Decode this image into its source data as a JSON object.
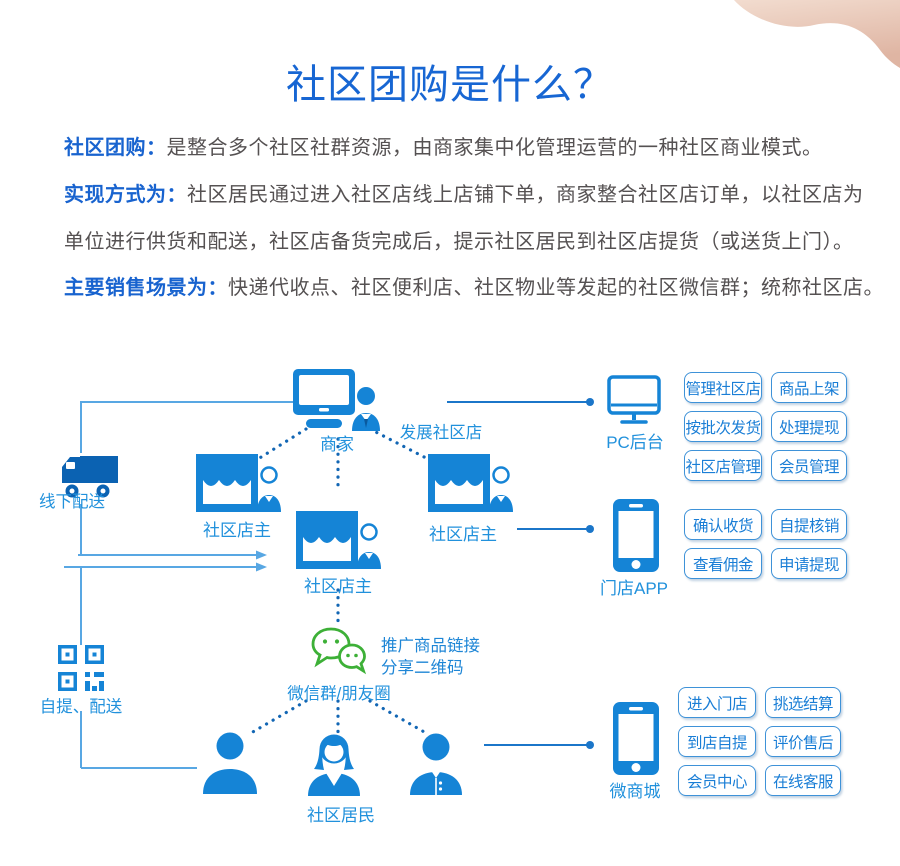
{
  "title": "社区团购是什么？",
  "intro": {
    "lines": [
      {
        "lead": "社区团购：",
        "text": "是整合多个社区社群资源，由商家集中化管理运营的一种社区商业模式。"
      },
      {
        "lead": "实现方式为：",
        "text": "社区居民通过进入社区店线上店铺下单，商家整合社区店订单，以社区店为"
      },
      {
        "lead": "",
        "text": "单位进行供货和配送，社区店备货完成后，提示社区居民到社区店提货（或送货上门）。"
      },
      {
        "lead": "主要销售场景为：",
        "text": "快递代收点、社区便利店、社区物业等发起的社区微信群；统称社区店。"
      }
    ]
  },
  "diagram": {
    "merchant_label": "商家",
    "develop_label": "发展社区店",
    "store_left_label": "社区店主",
    "store_right_label": "社区店主",
    "store_mid_label": "社区店主",
    "truck_label": "线下配送",
    "qr_label": "自提、配送",
    "wechat_label": "微信群/朋友圈",
    "promo_line1": "推广商品链接",
    "promo_line2": "分享二维码",
    "residents_label": "社区居民",
    "pc_label": "PC后台",
    "app_label": "门店APP",
    "mall_label": "微商城",
    "pc_features": [
      "管理社区店",
      "商品上架",
      "按批次发货",
      "处理提现",
      "社区店管理",
      "会员管理"
    ],
    "app_features": [
      "确认收货",
      "自提核销",
      "查看佣金",
      "申请提现"
    ],
    "mall_features": [
      "进入门店",
      "挑选结算",
      "到店自提",
      "评价售后",
      "会员中心",
      "在线客服"
    ]
  },
  "colors": {
    "primary_blue": "#1584d6",
    "truck_blue": "#0b62b2",
    "title_blue": "#1766d3",
    "label_blue": "#2191dc",
    "box_border_blue": "#3e92d8",
    "dotted_line_blue": "#1266b4",
    "light_line_blue": "#58a7e3",
    "wechat_green": "#3db037",
    "body_text": "#555152"
  }
}
